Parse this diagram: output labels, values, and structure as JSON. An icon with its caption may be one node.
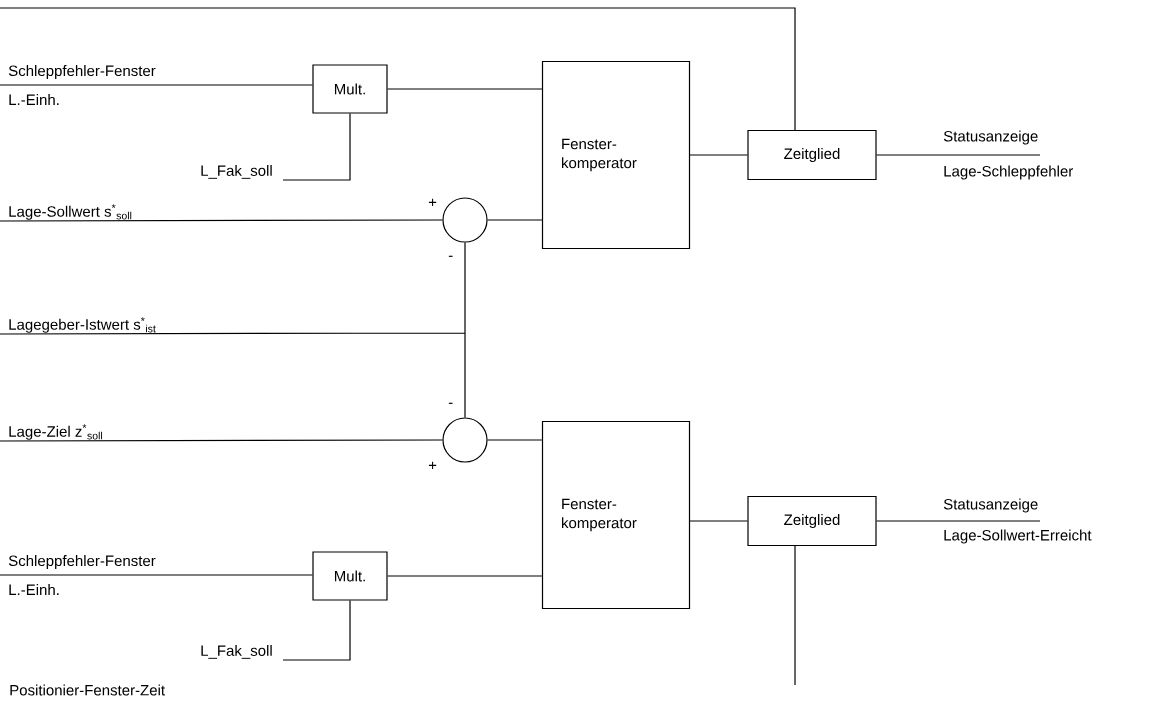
{
  "diagram": {
    "nodes": [
      {
        "text": [
          "Mult."
        ]
      },
      {
        "text": [
          "Fenster- komperator"
        ]
      },
      {
        "text": [
          "Zeitglied"
        ]
      },
      {
        "text": [],
        "shape": "circle"
      },
      {
        "text": [],
        "shape": "circle"
      },
      {
        "text": [
          "Fenster- komperator"
        ]
      },
      {
        "text": [
          "Zeitglied"
        ]
      },
      {
        "text": [
          "Mult."
        ]
      },
      {
        "text": [
          "Schleppfehler-Fenster",
          "L.-Einh."
        ]
      },
      {
        "text": [
          "L_Fak_soll"
        ]
      },
      {
        "text": [
          "Statusanzeige",
          "Lage-Schleppfehler"
        ]
      },
      {
        "text": [
          "Lage-Sollwert s$^{*}$$_{soll}$"
        ]
      },
      {
        "text": [
          "Lagegeber-Istwert s$^{*}$$_{ist}$"
        ]
      },
      {
        "text": [
          "Lage-Ziel z$^{*}$$_{soll}$"
        ]
      },
      {
        "text": [
          "Statusanzeige",
          "Lage-Sollwert-Erreicht"
        ]
      },
      {
        "text": [
          "Schleppfehler-Fenster",
          "L.-Einh."
        ]
      },
      {
        "text": [
          "L_Fak_soll"
        ]
      }
    ],
    "edges": [
      {
        "from": 8,
        "to": 0,
        "arrow": "none"
      },
      {
        "from": 9,
        "to": 0,
        "arrow": "none"
      },
      {
        "from": 0,
        "to": 1,
        "arrow": "none"
      },
      {
        "from": 1,
        "to": 2,
        "arrow": "none"
      },
      {
        "from": 2,
        "to": 10,
        "arrow": "none"
      },
      {
        "from": null,
        "to": 2,
        "arrow": "none"
      },
      {
        "from": 11,
        "to": 3,
        "arrow": "none"
      },
      {
        "from": 3,
        "to": 1,
        "arrow": "none"
      },
      {
        "from": 12,
        "to": 3,
        "arrow": "none"
      },
      {
        "from": 12,
        "to": 4,
        "arrow": "none"
      },
      {
        "from": 13,
        "to": 4,
        "arrow": "none"
      },
      {
        "from": 4,
        "to": 5,
        "arrow": "none"
      },
      {
        "from": 5,
        "to": 6,
        "arrow": "none"
      },
      {
        "from": 6,
        "to": 14,
        "arrow": "none"
      },
      {
        "from": 15,
        "to": 7,
        "arrow": "none"
      },
      {
        "from": 16,
        "to": 7,
        "arrow": "none"
      },
      {
        "from": 7,
        "to": 5,
        "arrow": "none"
      },
      {
        "from": 6,
        "to": null,
        "arrow": "none"
      }
    ],
    "labels": [
      "+",
      "-",
      "-",
      "+",
      "Positionier-Fenster-Zeit"
    ]
  }
}
